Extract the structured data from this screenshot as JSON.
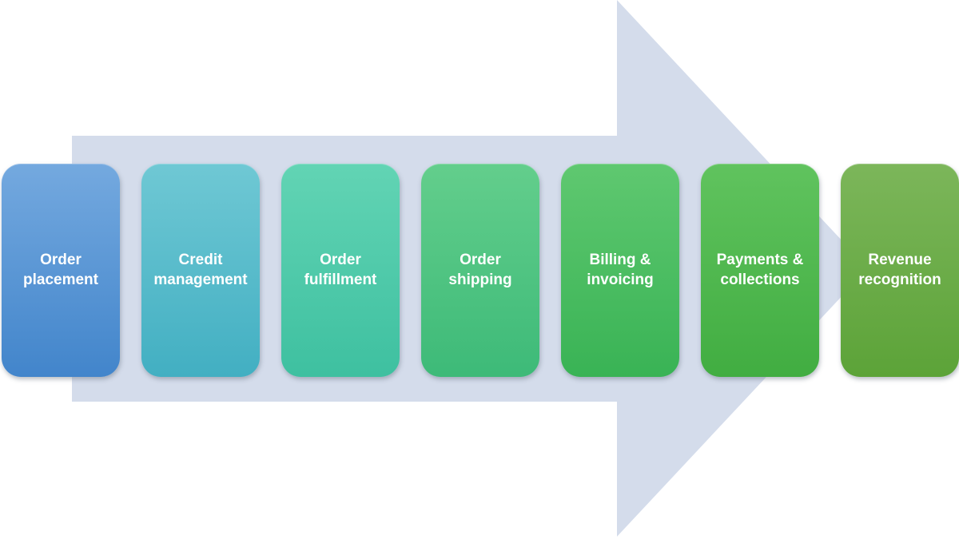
{
  "page": {
    "background_color": "#ffffff",
    "text_color": "#ffffff"
  },
  "arrow": {
    "name": "right-pointing-process-arrow",
    "color": "#d4dceb"
  },
  "steps": [
    {
      "label": "Order placement",
      "line1": "Order",
      "line2": "placement",
      "color_top": "#74a9df",
      "color_bottom": "#4285cb"
    },
    {
      "label": "Credit management",
      "line1": "Credit",
      "line2": "management",
      "color_top": "#6fc8d4",
      "color_bottom": "#42afc2"
    },
    {
      "label": "Order fulfillment",
      "line1": "Order",
      "line2": "fulfillment",
      "color_top": "#62d4b4",
      "color_bottom": "#3ec0a0"
    },
    {
      "label": "Order shipping",
      "line1": "Order",
      "line2": "shipping",
      "color_top": "#63ce8c",
      "color_bottom": "#3dba78"
    },
    {
      "label": "Billing & invoicing",
      "line1": "Billing &",
      "line2": "invoicing",
      "color_top": "#5fc870",
      "color_bottom": "#39b355"
    },
    {
      "label": "Payments & collections",
      "line1": "Payments &",
      "line2": "collections",
      "color_top": "#60c35e",
      "color_bottom": "#41ad41"
    },
    {
      "label": "Revenue recognition",
      "line1": "Revenue",
      "line2": "recognition",
      "color_top": "#7cb65a",
      "color_bottom": "#5ca338"
    }
  ]
}
